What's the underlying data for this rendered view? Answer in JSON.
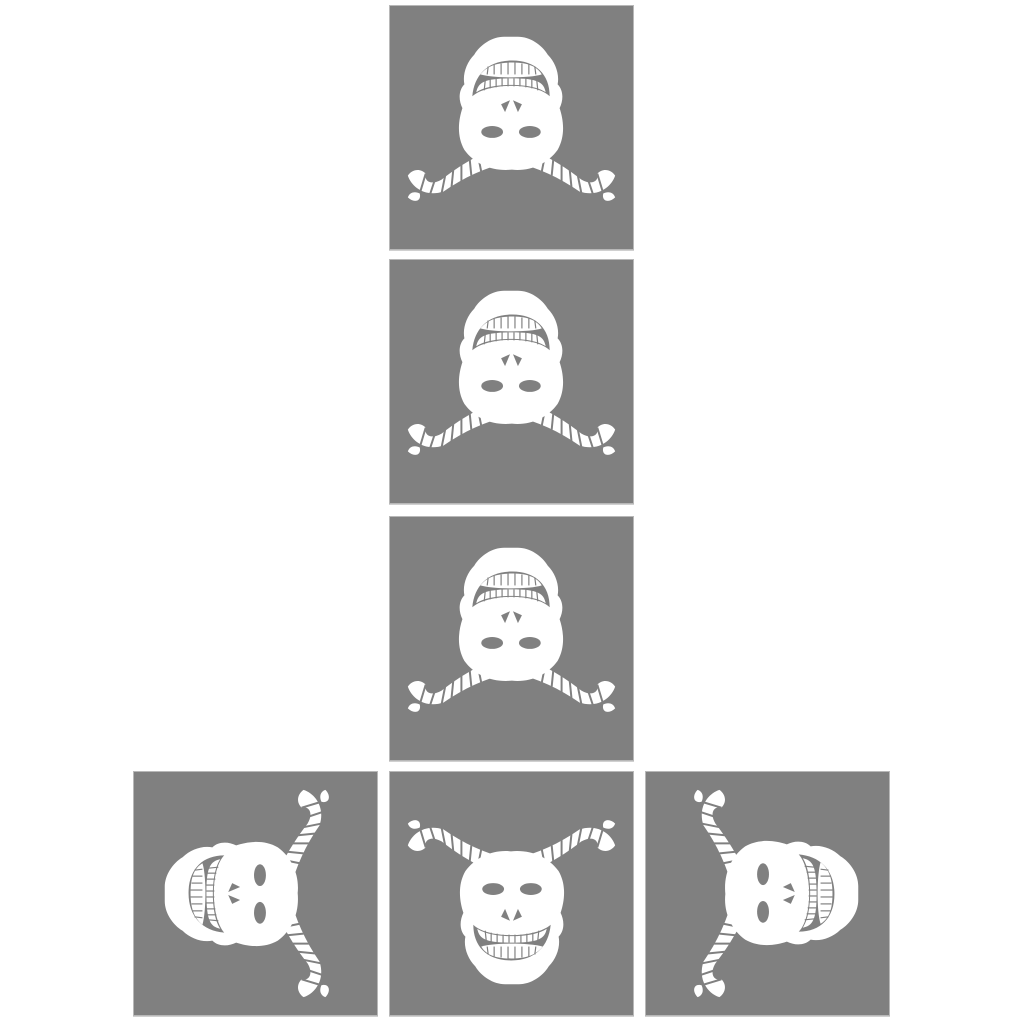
{
  "colors": {
    "page_background": "#ffffff",
    "tile_background": "#808080",
    "tile_border": "#b8b8b8",
    "skull_fill": "#ffffff",
    "skull_detail": "#808080"
  },
  "tiles": [
    {
      "id": "t1",
      "icon": "horned-skull-icon",
      "orientation": "upside-down"
    },
    {
      "id": "t2",
      "icon": "horned-skull-icon",
      "orientation": "upside-down"
    },
    {
      "id": "t3",
      "icon": "horned-skull-icon",
      "orientation": "upside-down"
    },
    {
      "id": "t4",
      "icon": "horned-skull-icon",
      "orientation": "rotated-left"
    },
    {
      "id": "t5",
      "icon": "horned-skull-icon",
      "orientation": "upright"
    },
    {
      "id": "t6",
      "icon": "horned-skull-icon",
      "orientation": "rotated-right"
    }
  ]
}
